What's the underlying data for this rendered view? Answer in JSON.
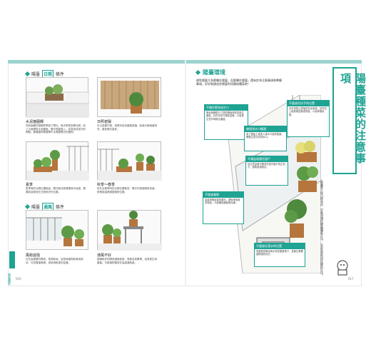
{
  "left": {
    "section1_prefix": "陽臺",
    "section1_highlight": "日照",
    "section1_suffix": "條件",
    "items": [
      {
        "caption": "水泥牆圍欄",
        "desc": "同前面欄杆圍欄會帶遮了陽光，無法享受到陽光照。除了大面積對水泥欄面，陽光很難進入，容易造成室內的問題。要種植物需選擇不太需要陽光的植物。"
      },
      {
        "caption": "日照遮陽",
        "desc": "可以設置竹簾，或是利用百葉簾遮擋，製造光線適度明亮，避免陽光直射。"
      },
      {
        "caption": "夏季",
        "desc": "夏季時的太陽位置較高，陽光無法照進陽臺內深處，需要將盆栽放在日照良好的位置。"
      },
      {
        "caption": "秋季～春季",
        "desc": "秋冬至春季時的太陽位置較低，陽光可照進陽臺深處，請根據這樣調整植物位置。"
      }
    ],
    "section2_prefix": "陽臺",
    "section2_highlight": "通風",
    "section2_suffix": "條件",
    "items2": [
      {
        "caption": "風勢過強",
        "desc": "位在高樓層的陽臺，風勢較強，容易使植物乾燥或倒伏。可設置擋風網，或使用較重的盆器。"
      },
      {
        "caption": "通風不好",
        "desc": "圍牆較多的陽臺通風較差，濕氣容易累積，容易發生病蟲害。可將植物擺放在高處通風處。"
      }
    ],
    "tab_label": "陽臺種菜",
    "page_left": "016"
  },
  "right": {
    "title": "陽臺環境",
    "intro": "避免陽臺大多都種在陽臺，但要種在陽臺，還有許多注意事項和準備事項，好好根據這些陽臺利用開始種菜吧！",
    "vertical_title": "陽臺種菜的注意事項",
    "vertical_body": "此篇要介紹日照充足、空氣流通的陽臺種菜方法，以及有效利用空間的方法。",
    "page_right": "017",
    "notes": [
      {
        "title": "不擋住緊急逃生口",
        "body": "陽臺與隔壁戶之間的隔板是緊急逃生通道，請勿在前方擺放盆栽，以免發生意外時無法通過。"
      },
      {
        "title": "不要放在扶手的位置",
        "body": "扶手是防止墜落的安全設施，請勿在上面放置盆栽或物品，以免掉落危險。"
      },
      {
        "title": "確保排水口暢通",
        "body": "為了避免土壤流入排水口造成阻塞，需要注意清潔排水口。"
      },
      {
        "title": "不讓盆栽擋住窗戶",
        "body": "請注意盆栽不要放在室外窗戶的正前方，避免阻擋進出。"
      },
      {
        "title": "不堆放雜物",
        "body": "盡量將陽臺保持整潔，避免堆放過多物品，才能確保通風與光線。"
      },
      {
        "title": "不要放在落水的位置",
        "body": "有屋簷的陽臺雨水會從屋簷落下，盆栽位置要避開這些地方。"
      }
    ]
  },
  "colors": {
    "accent": "#1fa393",
    "accent_light": "#9bd3cf"
  }
}
